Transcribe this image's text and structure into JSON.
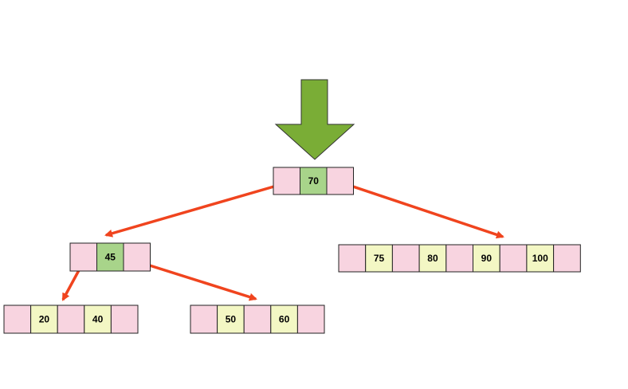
{
  "colors": {
    "pointer_cell": "#f8d4e0",
    "key_cell": "#f3f7c4",
    "root_key_cell": "#a8d48a",
    "cell_border": "#222222",
    "insert_arrow_fill": "#7aad36",
    "insert_arrow_stroke": "#333333",
    "edge_color": "#f0441e"
  },
  "insert_arrow_icon": "down-arrow-icon",
  "tree": {
    "root": {
      "keys": [
        "70"
      ]
    },
    "internal_left": {
      "keys": [
        "45"
      ]
    },
    "leaf_right": {
      "keys": [
        "75",
        "80",
        "90",
        "100"
      ]
    },
    "leaf_left_1": {
      "keys": [
        "20",
        "40"
      ]
    },
    "leaf_left_2": {
      "keys": [
        "50",
        "60"
      ]
    }
  }
}
